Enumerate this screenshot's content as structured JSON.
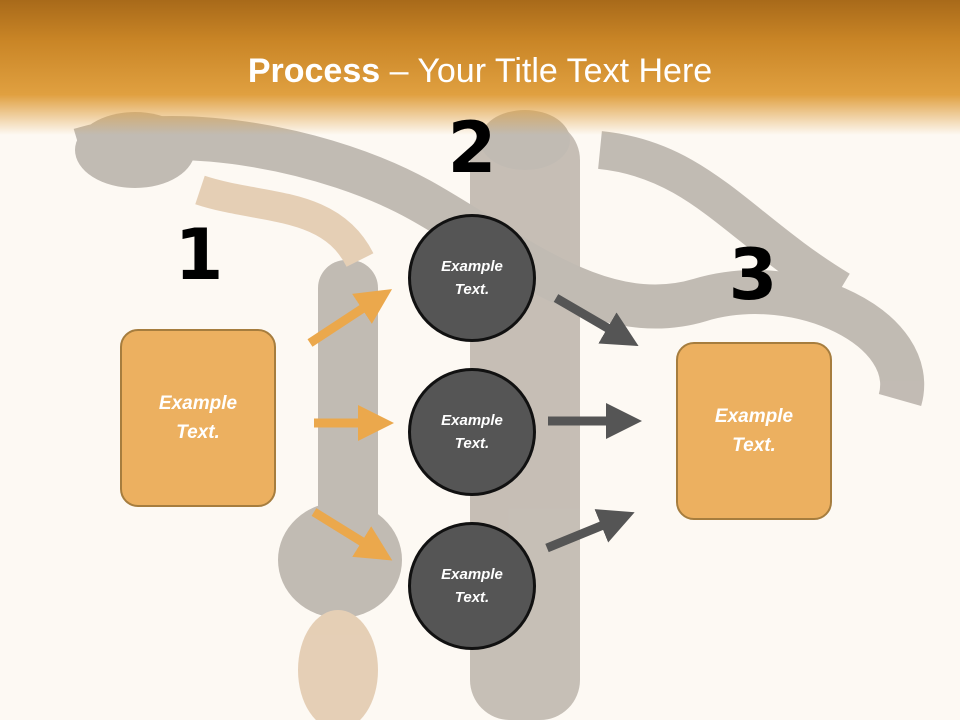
{
  "title": {
    "bold": "Process",
    "rest": " – Your Title Text Here"
  },
  "steps": [
    {
      "number": "1",
      "text": "Example Text."
    },
    {
      "number": "2",
      "items": [
        "Example Text.",
        "Example Text.",
        "Example Text."
      ]
    },
    {
      "number": "3",
      "text": "Example Text."
    }
  ],
  "colors": {
    "header": "#d08a28",
    "box": "#ecb060",
    "circle": "#555555",
    "arrow_orange": "#eba84c",
    "arrow_gray": "#555555"
  }
}
